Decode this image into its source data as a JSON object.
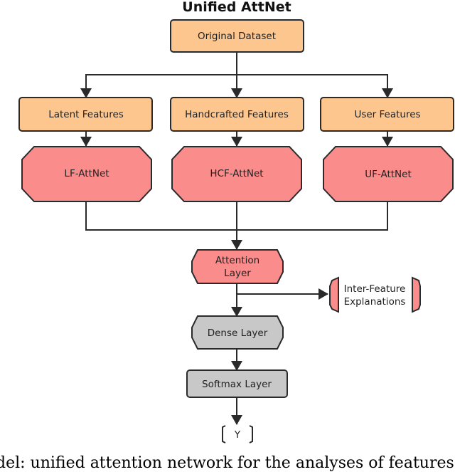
{
  "title": "Unified AttNet",
  "nodes": {
    "original_dataset": "Original Dataset",
    "latent_features": "Latent Features",
    "handcrafted_features": "Handcrafted Features",
    "user_features": "User Features",
    "lf_attnet": "LF-AttNet",
    "hcf_attnet": "HCF-AttNet",
    "uf_attnet": "UF-AttNet",
    "attention_layer_line1": "Attention",
    "attention_layer_line2": "Layer",
    "inter_feature_line1": "Inter-Feature",
    "inter_feature_line2": "Explanations",
    "dense_layer": "Dense Layer",
    "softmax_layer": "Softmax Layer",
    "output": "Y"
  },
  "caption": "del: unified attention network for the analyses of features",
  "colors": {
    "input_fill": "#fdc68e",
    "attnet_fill": "#fb8c8c",
    "gray_fill": "#c8c8c8",
    "stroke": "#2a2a2a"
  }
}
